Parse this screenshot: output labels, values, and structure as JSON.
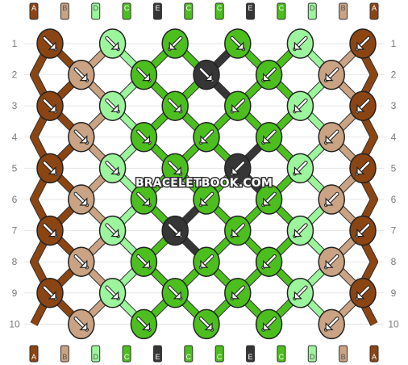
{
  "watermark": "BRACELETBOOK.COM",
  "colors": {
    "A": "#8b4513",
    "B": "#c9a383",
    "C": "#4cbf1e",
    "D": "#9cf59c",
    "E": "#363636"
  },
  "strands_top": [
    "A",
    "B",
    "D",
    "C",
    "E",
    "C",
    "C",
    "E",
    "C",
    "D",
    "B",
    "A"
  ],
  "strands_bottom": [
    "A",
    "B",
    "D",
    "C",
    "E",
    "C",
    "C",
    "E",
    "C",
    "D",
    "B",
    "A"
  ],
  "rows": [
    {
      "label": "1",
      "knots": [
        {
          "c": "A",
          "d": "f"
        },
        {
          "c": "D",
          "d": "f"
        },
        {
          "c": "C",
          "d": "b"
        },
        {
          "c": "C",
          "d": "f"
        },
        {
          "c": "D",
          "d": "b"
        },
        {
          "c": "A",
          "d": "b"
        }
      ]
    },
    {
      "label": "2",
      "knots": [
        {
          "c": "B",
          "d": "f"
        },
        {
          "c": "C",
          "d": "f"
        },
        {
          "c": "E",
          "d": "f"
        },
        {
          "c": "C",
          "d": "b"
        },
        {
          "c": "B",
          "d": "b"
        }
      ]
    },
    {
      "label": "3",
      "knots": [
        {
          "c": "A",
          "d": "f"
        },
        {
          "c": "D",
          "d": "f"
        },
        {
          "c": "C",
          "d": "f"
        },
        {
          "c": "C",
          "d": "b"
        },
        {
          "c": "D",
          "d": "b"
        },
        {
          "c": "A",
          "d": "b"
        }
      ]
    },
    {
      "label": "4",
      "knots": [
        {
          "c": "B",
          "d": "f"
        },
        {
          "c": "C",
          "d": "f"
        },
        {
          "c": "C",
          "d": "b"
        },
        {
          "c": "C",
          "d": "b"
        },
        {
          "c": "B",
          "d": "b"
        }
      ]
    },
    {
      "label": "5",
      "knots": [
        {
          "c": "A",
          "d": "f"
        },
        {
          "c": "D",
          "d": "f"
        },
        {
          "c": "C",
          "d": "f"
        },
        {
          "c": "E",
          "d": "b"
        },
        {
          "c": "D",
          "d": "b"
        },
        {
          "c": "A",
          "d": "b"
        }
      ]
    },
    {
      "label": "6",
      "knots": [
        {
          "c": "B",
          "d": "f"
        },
        {
          "c": "C",
          "d": "f"
        },
        {
          "c": "C",
          "d": "b"
        },
        {
          "c": "C",
          "d": "b"
        },
        {
          "c": "B",
          "d": "b"
        }
      ]
    },
    {
      "label": "7",
      "knots": [
        {
          "c": "A",
          "d": "f"
        },
        {
          "c": "D",
          "d": "f"
        },
        {
          "c": "E",
          "d": "f"
        },
        {
          "c": "C",
          "d": "b"
        },
        {
          "c": "D",
          "d": "b"
        },
        {
          "c": "A",
          "d": "b"
        }
      ]
    },
    {
      "label": "8",
      "knots": [
        {
          "c": "B",
          "d": "f"
        },
        {
          "c": "C",
          "d": "f"
        },
        {
          "c": "C",
          "d": "b"
        },
        {
          "c": "C",
          "d": "b"
        },
        {
          "c": "B",
          "d": "b"
        }
      ]
    },
    {
      "label": "9",
      "knots": [
        {
          "c": "A",
          "d": "f"
        },
        {
          "c": "D",
          "d": "f"
        },
        {
          "c": "C",
          "d": "f"
        },
        {
          "c": "C",
          "d": "b"
        },
        {
          "c": "D",
          "d": "b"
        },
        {
          "c": "A",
          "d": "b"
        }
      ]
    },
    {
      "label": "10",
      "knots": [
        {
          "c": "B",
          "d": "f"
        },
        {
          "c": "C",
          "d": "f"
        },
        {
          "c": "C",
          "d": "f"
        },
        {
          "c": "C",
          "d": "b"
        },
        {
          "c": "B",
          "d": "b"
        }
      ]
    }
  ]
}
